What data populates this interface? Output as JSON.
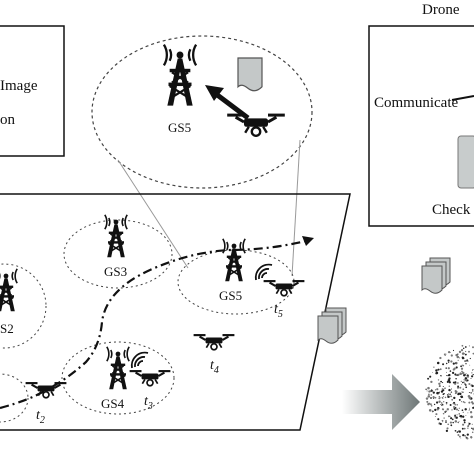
{
  "left_panel": {
    "line1": "Image",
    "line2": "on"
  },
  "zoom": {
    "station_label": "GS5"
  },
  "right_panel": {
    "title": "Drone",
    "line1": "Communicate",
    "line2": "Check"
  },
  "stations": [
    {
      "id": "gs2",
      "label": "S2"
    },
    {
      "id": "gs3",
      "label": "GS3"
    },
    {
      "id": "gs4",
      "label": "GS4"
    },
    {
      "id": "gs5",
      "label": "GS5"
    }
  ],
  "time_labels": [
    {
      "base": "t",
      "sub": "2"
    },
    {
      "base": "t",
      "sub": "3"
    },
    {
      "base": "t",
      "sub": "4"
    },
    {
      "base": "t",
      "sub": "5"
    }
  ],
  "colors": {
    "stroke": "#111111",
    "doc": "#b9bdbd",
    "arrow": "#7d8585"
  }
}
